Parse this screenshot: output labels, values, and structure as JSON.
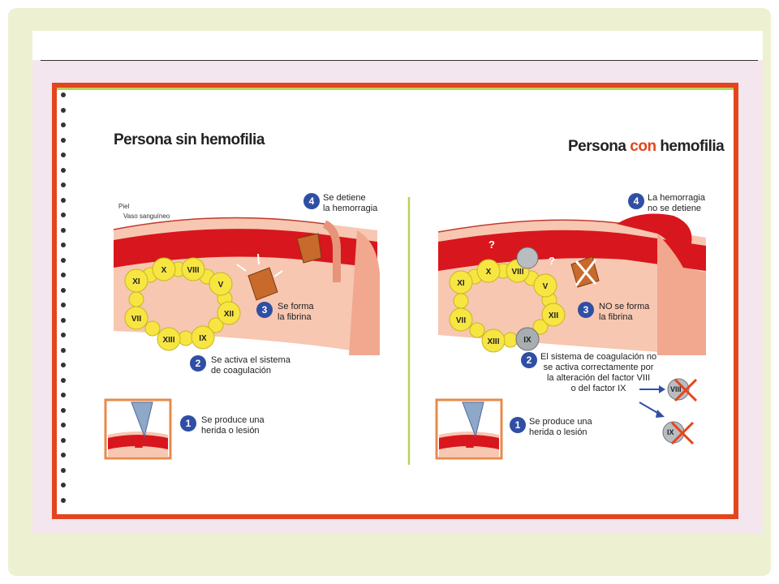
{
  "left": {
    "title": "Persona sin hemofilia",
    "label_piel": "Piel",
    "label_vaso": "Vaso sanguíneo",
    "step1": {
      "num": "1",
      "text_1": "Se produce una",
      "text_2": "herida o lesión"
    },
    "step2": {
      "num": "2",
      "text_1": "Se activa el sistema",
      "text_2": "de coagulación"
    },
    "step3": {
      "num": "3",
      "text_1": "Se forma",
      "text_2": "la fibrina"
    },
    "step4": {
      "num": "4",
      "text_1": "Se detiene",
      "text_2": "la hemorragia"
    },
    "factors": [
      "XI",
      "X",
      "VIII",
      "V",
      "XII",
      "IX",
      "XIII",
      "VII"
    ]
  },
  "right": {
    "title_1": "Persona",
    "title_2": "con",
    "title_3": "hemofilia",
    "step1": {
      "num": "1",
      "text_1": "Se produce una",
      "text_2": "herida o lesión"
    },
    "step2": {
      "num": "2",
      "text_1": "El sistema de coagulación no",
      "text_2": "se activa correctamente por",
      "text_3": "la alteración del factor VIII",
      "text_4": "o del factor IX"
    },
    "step3": {
      "num": "3",
      "text_1": "NO se forma",
      "text_2": "la fibrina"
    },
    "step4": {
      "num": "4",
      "text_1": "La hemorragia",
      "text_2": "no se detiene"
    },
    "factors": [
      "XI",
      "X",
      "VIII",
      "V",
      "XII",
      "IX",
      "XIII",
      "VII"
    ],
    "question_mark": "?",
    "missing_factors": [
      "VIII",
      "IX"
    ]
  },
  "colors": {
    "border": "#e4451e",
    "blood": "#d8161d",
    "skin": "#f4b8a0",
    "factor": "#f7e542",
    "step_badge": "#2f4fa5",
    "divider": "#b6d45a",
    "fibrin": "#c86a2c"
  }
}
